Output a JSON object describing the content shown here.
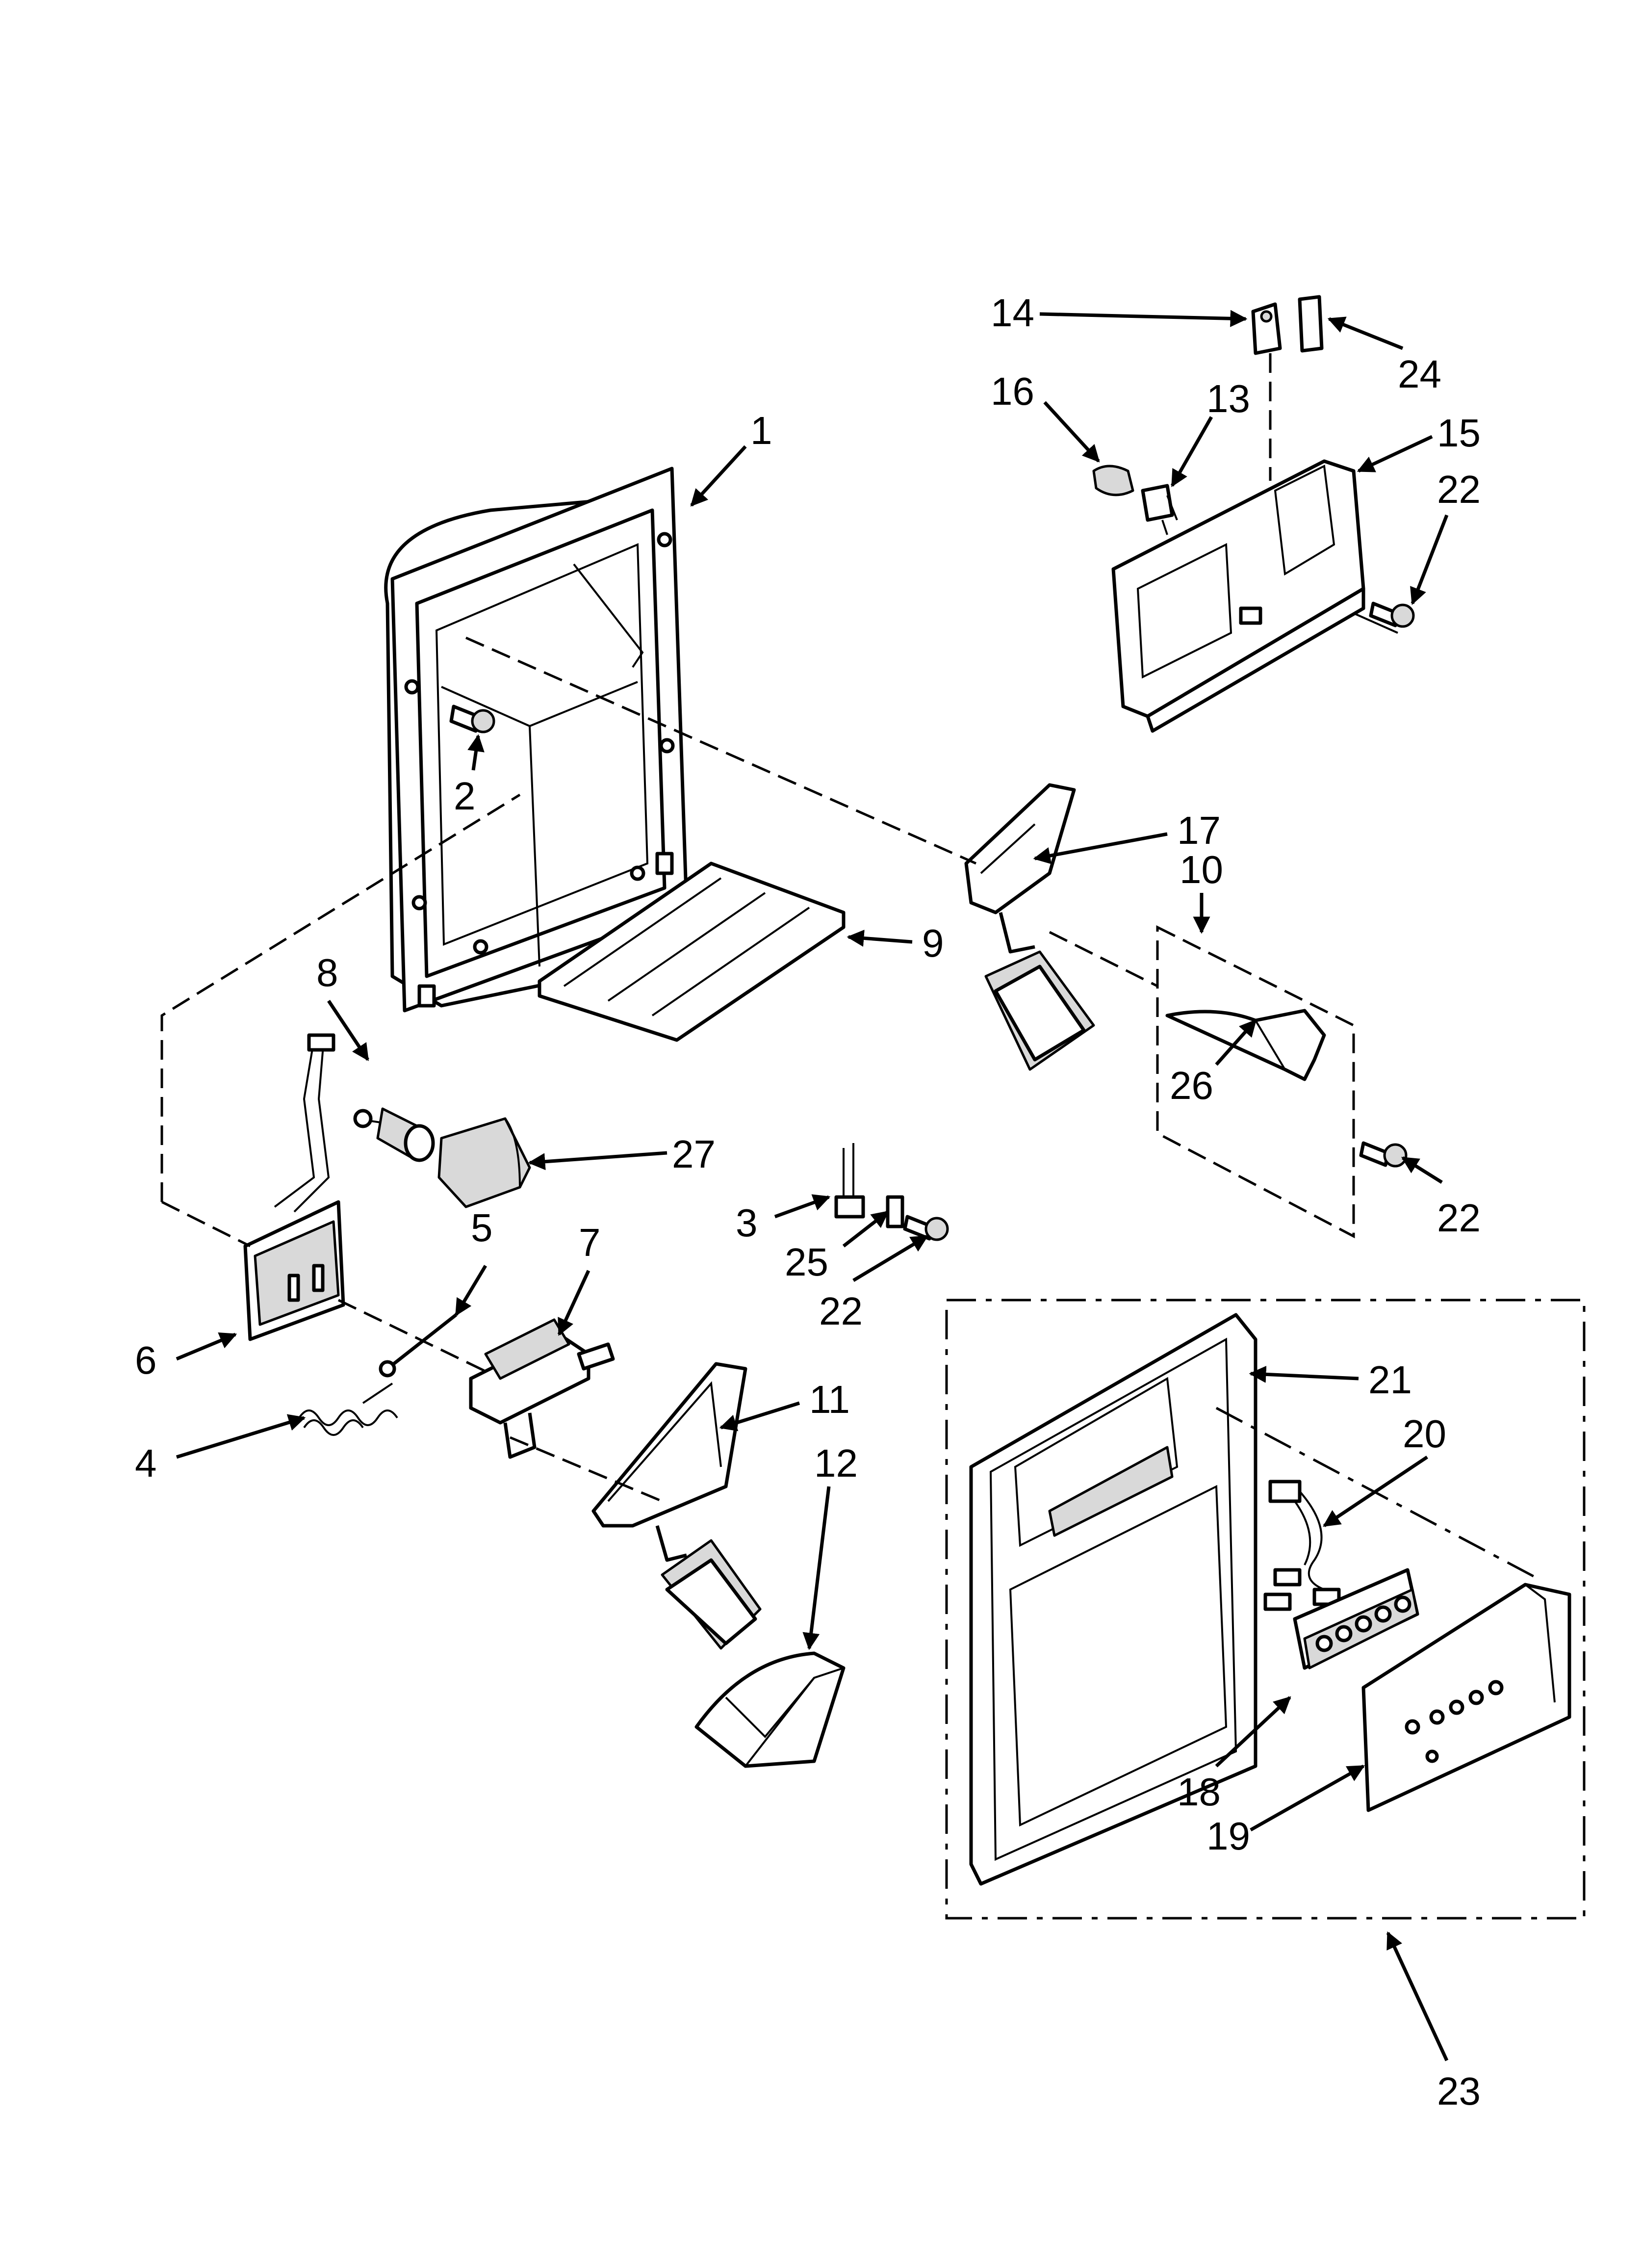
{
  "diagram": {
    "callouts": [
      {
        "id": "c1",
        "label": "1"
      },
      {
        "id": "c2",
        "label": "2"
      },
      {
        "id": "c3",
        "label": "3"
      },
      {
        "id": "c4",
        "label": "4"
      },
      {
        "id": "c5",
        "label": "5"
      },
      {
        "id": "c6",
        "label": "6"
      },
      {
        "id": "c7",
        "label": "7"
      },
      {
        "id": "c8",
        "label": "8"
      },
      {
        "id": "c9",
        "label": "9"
      },
      {
        "id": "c10",
        "label": "10"
      },
      {
        "id": "c11",
        "label": "11"
      },
      {
        "id": "c12",
        "label": "12"
      },
      {
        "id": "c13",
        "label": "13"
      },
      {
        "id": "c14",
        "label": "14"
      },
      {
        "id": "c15",
        "label": "15"
      },
      {
        "id": "c16",
        "label": "16"
      },
      {
        "id": "c17",
        "label": "17"
      },
      {
        "id": "c18",
        "label": "18"
      },
      {
        "id": "c19",
        "label": "19"
      },
      {
        "id": "c20",
        "label": "20"
      },
      {
        "id": "c21",
        "label": "21"
      },
      {
        "id": "c22a",
        "label": "22"
      },
      {
        "id": "c22b",
        "label": "22"
      },
      {
        "id": "c22c",
        "label": "22"
      },
      {
        "id": "c23",
        "label": "23"
      },
      {
        "id": "c24",
        "label": "24"
      },
      {
        "id": "c25",
        "label": "25"
      },
      {
        "id": "c26",
        "label": "26"
      },
      {
        "id": "c27",
        "label": "27"
      }
    ]
  }
}
